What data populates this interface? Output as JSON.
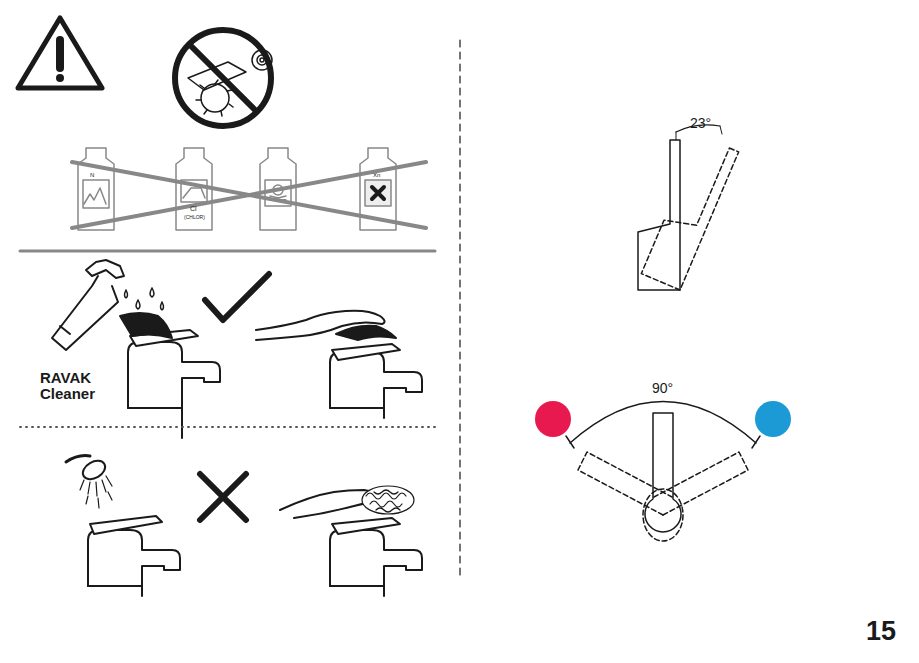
{
  "diagram": {
    "labels": [
      "N",
      "Cl",
      "(CHLOR)",
      "Xn",
      "RAVAK Cleaner",
      "23°",
      "90°",
      "15"
    ]
  }
}
